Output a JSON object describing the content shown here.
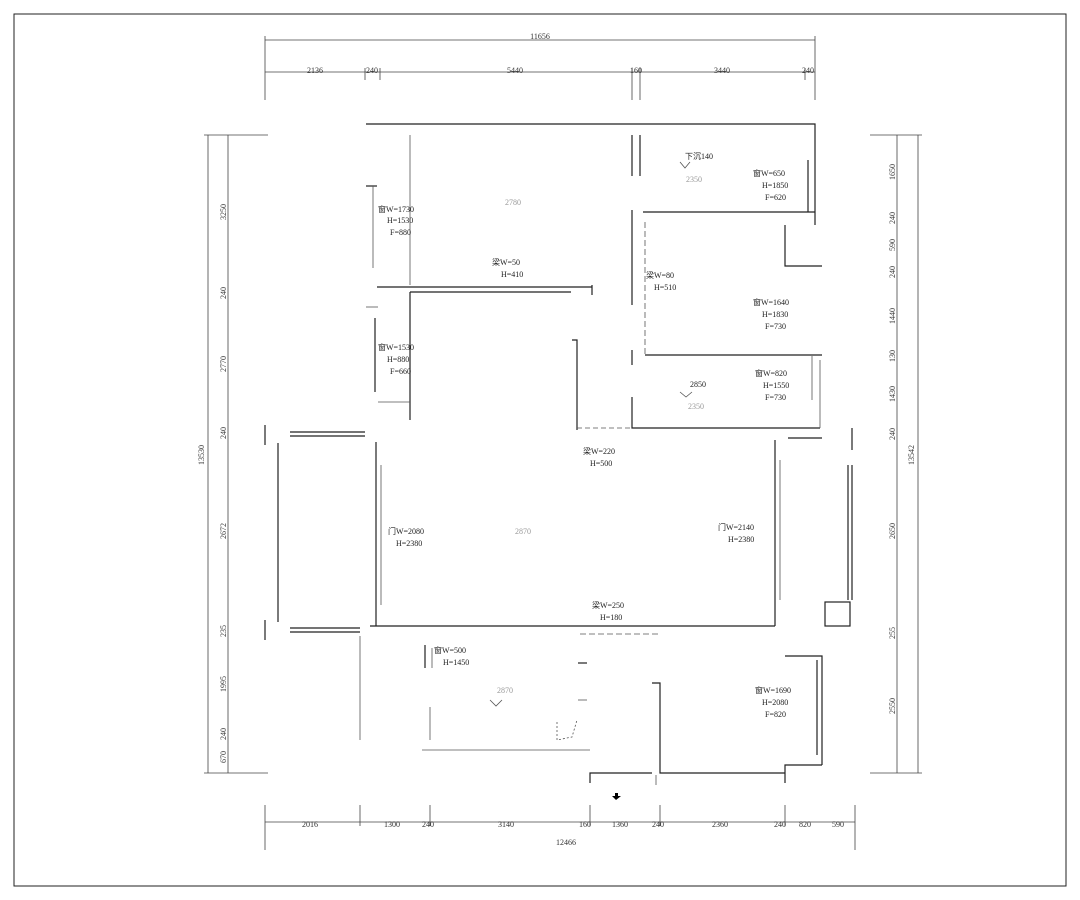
{
  "dimensions": {
    "top_total": "11656",
    "top": [
      "2136",
      "240",
      "5440",
      "160",
      "3440",
      "240"
    ],
    "bottom_total": "12466",
    "bottom": [
      "2016",
      "1300",
      "240",
      "3140",
      "160",
      "1360",
      "240",
      "2360",
      "240",
      "820",
      "590"
    ],
    "left_total": "13530",
    "left": [
      "3250",
      "240",
      "2770",
      "240",
      "2672",
      "235",
      "1995",
      "240",
      "670"
    ],
    "right_total": "13542",
    "right": [
      "1650",
      "240",
      "590",
      "240",
      "1440",
      "130",
      "1430",
      "240",
      "2650",
      "255",
      "2550"
    ]
  },
  "annotations": {
    "bedroom1_window": [
      "窗W=1730",
      "H=1530",
      "F=880"
    ],
    "beam_top": [
      "梁W=50",
      "H=410"
    ],
    "bedroom2_window": [
      "窗W=1530",
      "H=880",
      "F=660"
    ],
    "bath_level": [
      "下沉140",
      "2350"
    ],
    "bath_window": [
      "窗W=650",
      "H=1850",
      "F=620"
    ],
    "beam_mid": [
      "梁W=80",
      "H=510"
    ],
    "bedroom3_window": [
      "窗W=1640",
      "H=1830",
      "F=730"
    ],
    "room_small_window": [
      "窗W=820",
      "H=1550",
      "F=730"
    ],
    "room_small_level": [
      "2850",
      "2350"
    ],
    "living_beam": [
      "梁W=220",
      "H=500"
    ],
    "living_door_left": [
      "门W=2080",
      "H=2380"
    ],
    "living_door_right": [
      "门W=2140",
      "H=2380"
    ],
    "living_beam_bottom": [
      "梁W=250",
      "H=180"
    ],
    "kitchen_window": [
      "窗W=500",
      "H=1450"
    ],
    "dining_window": [
      "窗W=1690",
      "H=2080",
      "F=820"
    ],
    "ceiling_heights": [
      "2780",
      "2870",
      "2870"
    ]
  }
}
